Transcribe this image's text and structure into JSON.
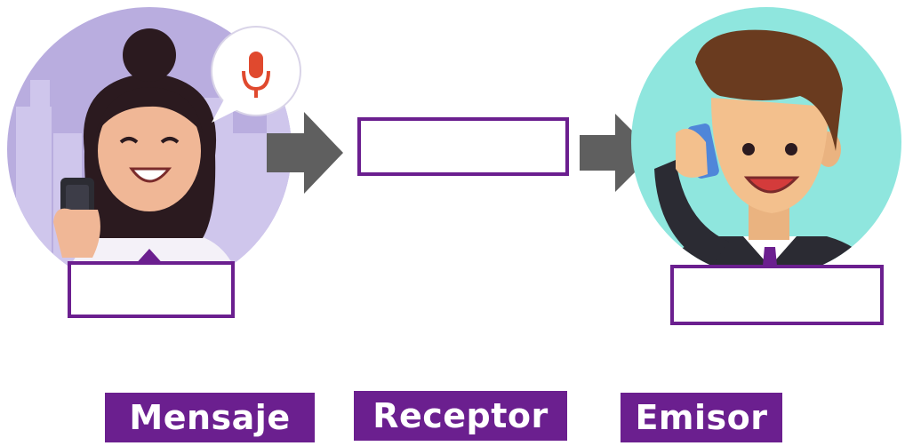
{
  "colors": {
    "accent": "#6b1f8f",
    "arrow": "#5f5f5f",
    "woman_bg": "#b9addf",
    "man_bg": "#8fe6de",
    "mic_red": "#e0492e"
  },
  "icons": [
    "microphone-icon",
    "right-arrow-icon",
    "smartphone-icon"
  ],
  "answer_boxes": {
    "left": "",
    "middle": "",
    "right": ""
  },
  "word_bank": [
    {
      "label": "Mensaje"
    },
    {
      "label": "Receptor"
    },
    {
      "label": "Emisor"
    }
  ]
}
